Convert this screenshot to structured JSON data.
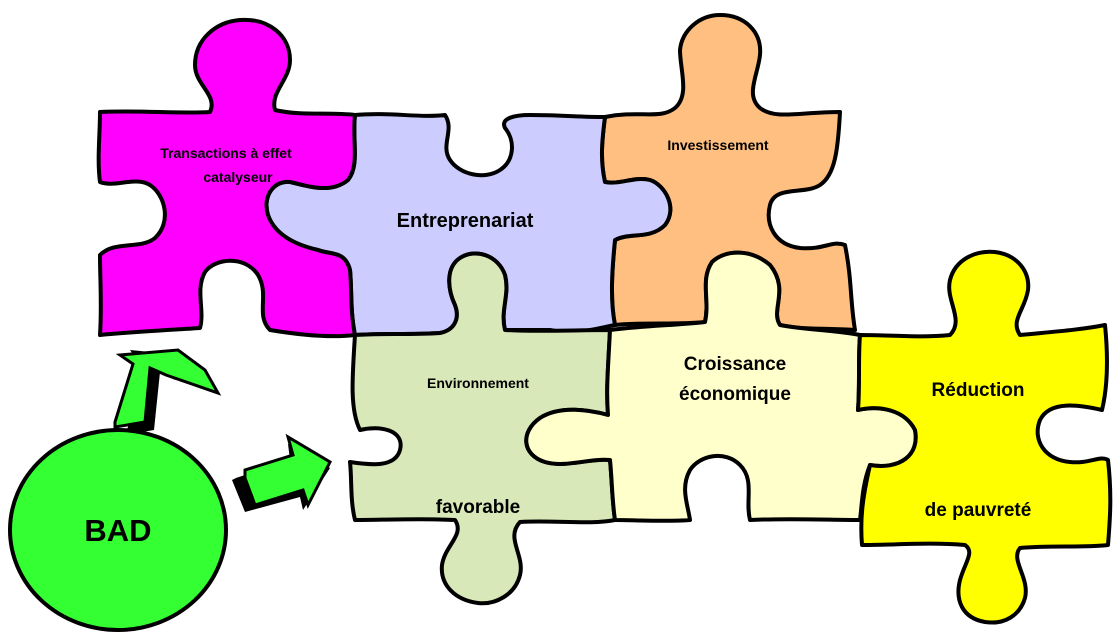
{
  "pieces": {
    "transactions": {
      "line1": "Transactions à effet",
      "line2": "catalyseur",
      "color": "#ff00ff"
    },
    "entreprenariat": {
      "label": "Entreprenariat",
      "color": "#ccccff"
    },
    "investissement": {
      "label": "Investissement",
      "color": "#ffbf80"
    },
    "environnement": {
      "line1": "Environnement",
      "line2": "favorable",
      "color": "#d9e8b8"
    },
    "croissance": {
      "line1": "Croissance",
      "line2": "économique",
      "color": "#ffffcc"
    },
    "reduction": {
      "line1": "Réduction",
      "line2": "de pauvreté",
      "color": "#ffff00"
    }
  },
  "bad": {
    "label": "BAD",
    "color": "#33ff33"
  },
  "arrow_color": "#33ff33"
}
